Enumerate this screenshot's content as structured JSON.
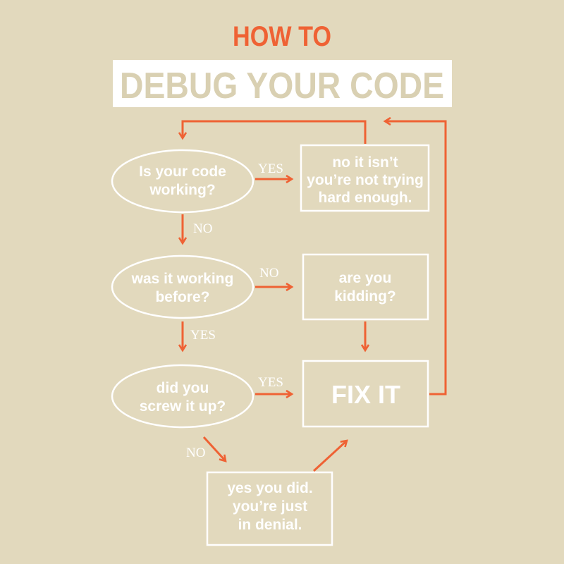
{
  "title": {
    "line1": "HOW TO",
    "line2": "DEBUG YOUR CODE"
  },
  "nodes": {
    "working": {
      "line1": "Is your code",
      "line2": "working?"
    },
    "not_trying": {
      "line1": "no it isn’t",
      "line2": "you’re not trying",
      "line3": "hard enough."
    },
    "working_before": {
      "line1": "was it working",
      "line2": "before?"
    },
    "kidding": {
      "line1": "are you",
      "line2": "kidding?"
    },
    "screw_up": {
      "line1": "did you",
      "line2": "screw it up?"
    },
    "fix_it": {
      "label": "FIX IT"
    },
    "denial": {
      "line1": "yes you did.",
      "line2": "you’re just",
      "line3": "in denial."
    }
  },
  "edges": {
    "working_yes": "YES",
    "working_no": "NO",
    "before_no": "NO",
    "before_yes": "YES",
    "screw_yes": "YES",
    "screw_no": "NO"
  },
  "colors": {
    "background": "#e2d9bd",
    "accent": "#ef6234",
    "line": "#ffffff"
  }
}
